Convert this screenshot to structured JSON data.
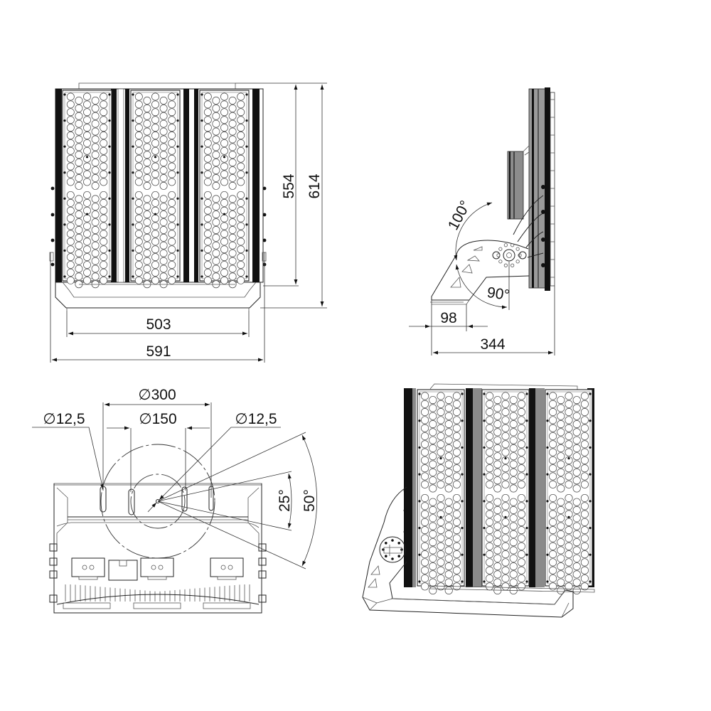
{
  "drawing": {
    "subject": "LED floodlight, three-module, with mounting bracket",
    "views": [
      "front-view",
      "side-view",
      "bottom-view",
      "perspective-view"
    ],
    "front_view": {
      "dimensions": {
        "height_panel": "554",
        "height_total": "614",
        "width_bracket": "503",
        "width_total": "591"
      },
      "modules": 3,
      "led_groups_per_module": 2
    },
    "side_view": {
      "dimensions": {
        "tilt_angle": "100°",
        "bracket_angle": "90°",
        "bracket_base": "98",
        "depth_total": "344"
      }
    },
    "bottom_view": {
      "dimensions": {
        "hole_circle_outer": "300",
        "hole_circle_inner": "150",
        "slot_left": "12,5",
        "slot_right": "12,5",
        "slot_angle_inner": "25°",
        "slot_angle_outer": "50°"
      },
      "diameter_symbol": "∅"
    }
  }
}
